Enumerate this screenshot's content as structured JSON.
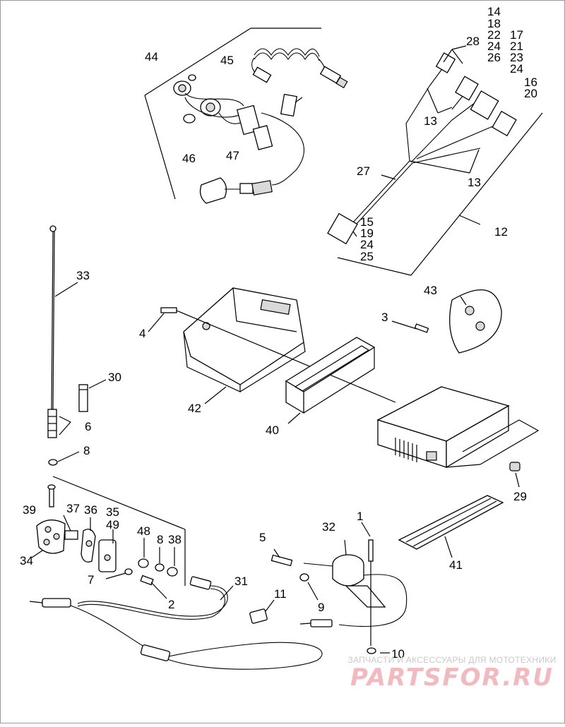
{
  "watermark": {
    "line1": "ЗАПЧАСТИ И АКСЕССУАРЫ ДЛЯ МОТОТЕХНИКИ",
    "line2": "PARTSFOR.RU",
    "color": "#f2b9bf"
  },
  "callouts": {
    "c1": "1",
    "c2": "2",
    "c3": "3",
    "c4": "4",
    "c5": "5",
    "c6": "6",
    "c7": "7",
    "c8a": "8",
    "c8b": "8",
    "c9": "9",
    "c10": "10",
    "c11": "11",
    "c12": "12",
    "c13a": "13",
    "c13b": "13",
    "c14": "14",
    "c18": "18",
    "c22": "22",
    "c24a": "24",
    "c17": "17",
    "c21": "21",
    "c23": "23",
    "c24b": "24",
    "c16": "16",
    "c20": "20",
    "c15": "15",
    "c19": "19",
    "c24c": "24",
    "c25": "25",
    "c26": "26",
    "c27": "27",
    "c28": "28",
    "c29": "29",
    "c30": "30",
    "c31": "31",
    "c32": "32",
    "c33": "33",
    "c34": "34",
    "c35": "35",
    "c36": "36",
    "c37": "37",
    "c38": "38",
    "c39": "39",
    "c40": "40",
    "c41": "41",
    "c42": "42",
    "c43": "43",
    "c44": "44",
    "c45": "45",
    "c46": "46",
    "c47": "47",
    "c48": "48",
    "c49": "49"
  }
}
